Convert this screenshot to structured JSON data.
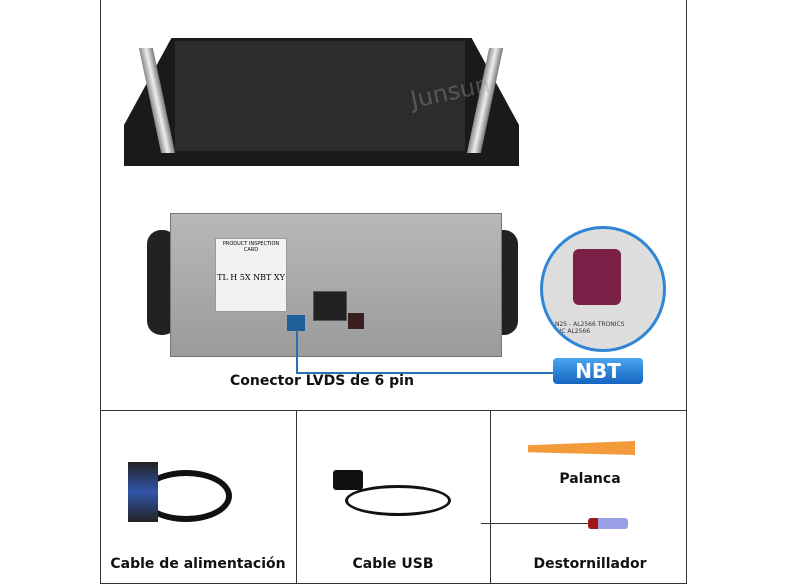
{
  "watermark": "Junsun",
  "main_unit": {
    "sticker_title": "PRODUCT INSPECTION CARD",
    "model_label": "TL H 5X NBT XY",
    "connector_caption": "Conector LVDS de 6 pin",
    "badge": "NBT",
    "badge_color": "#1e7fd8",
    "zoom_text": "N25 - AL2566 TRONICS INC AL2566"
  },
  "accessories": [
    {
      "label": "Cable de alimentación"
    },
    {
      "label": "Cable USB"
    },
    {
      "label": "Palanca",
      "color": "#f39a3a"
    },
    {
      "label": "Destornillador"
    }
  ]
}
